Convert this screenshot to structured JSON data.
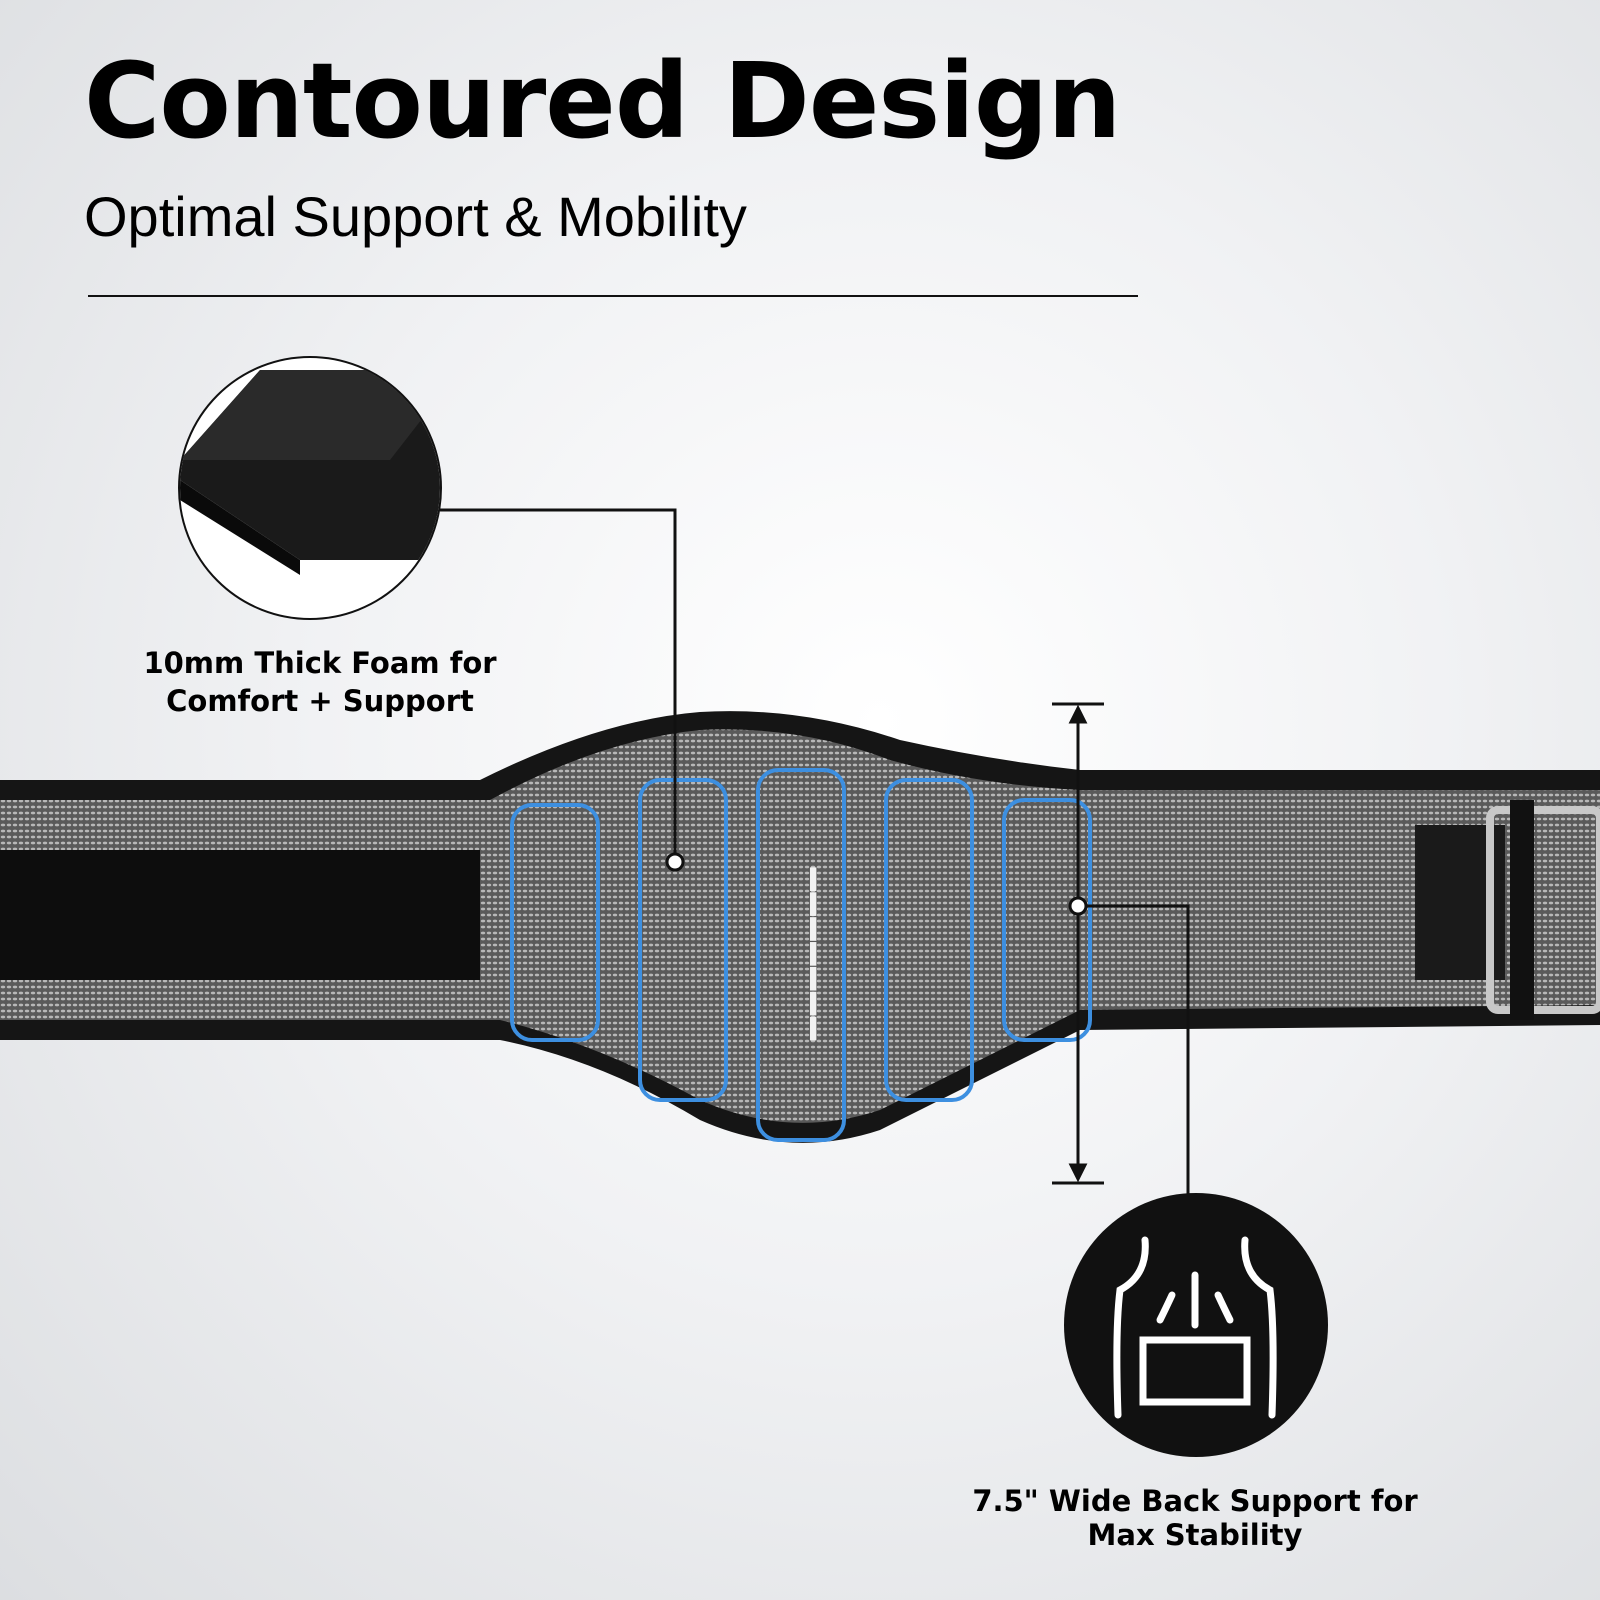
{
  "header": {
    "title": "Contoured Design",
    "subtitle": "Optimal Support & Mobility"
  },
  "callouts": [
    {
      "text_line1": "10mm Thick Foam for",
      "text_line2": "Comfort + Support",
      "icon": "foam-block-icon"
    },
    {
      "text_line1": "7.5\" Wide Back Support for",
      "text_line2": "Max Stability",
      "icon": "back-support-icon"
    }
  ],
  "colors": {
    "belt_mesh": "#8a8a8a",
    "belt_edge": "#151515",
    "accent_stitch": "#3d8fe0"
  }
}
